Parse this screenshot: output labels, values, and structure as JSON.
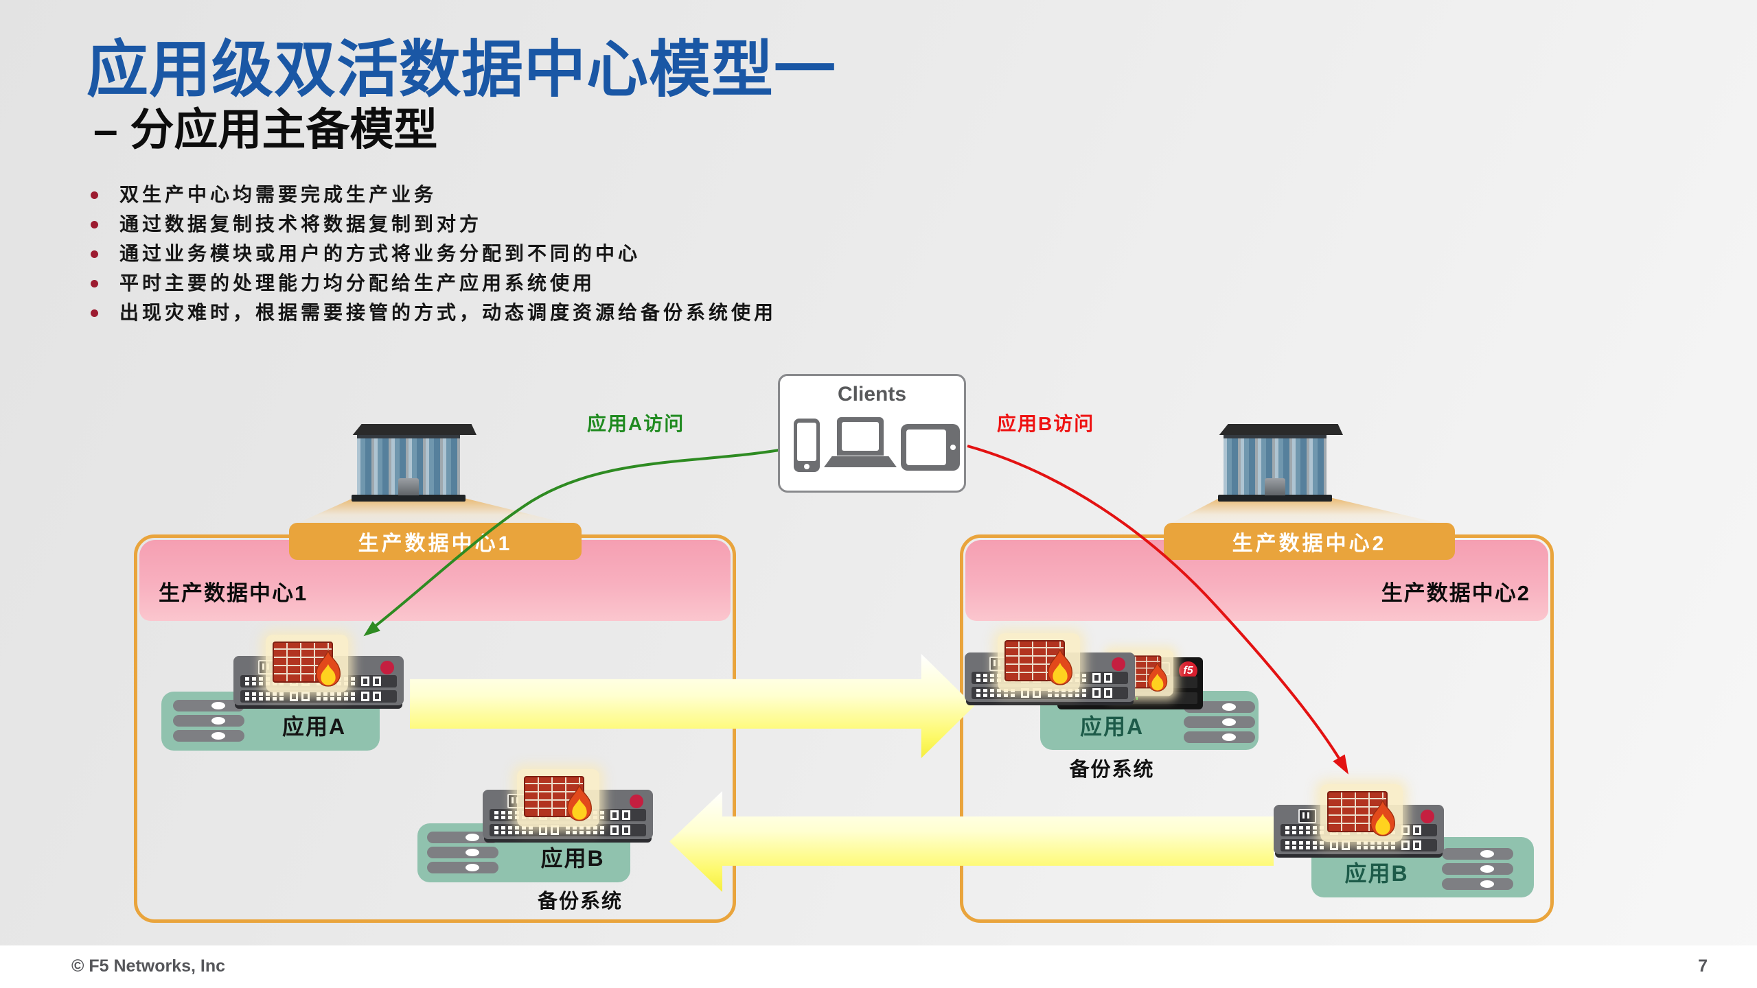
{
  "slide": {
    "title": "应用级双活数据中心模型一",
    "subtitle": "– 分应用主备模型",
    "bullets": [
      "双生产中心均需要完成生产业务",
      "通过数据复制技术将数据复制到对方",
      "通过业务模块或用户的方式将业务分配到不同的中心",
      "平时主要的处理能力均分配给生产应用系统使用",
      "出现灾难时，根据需要接管的方式，动态调度资源给备份系统使用"
    ],
    "footer": {
      "copyright": "© F5 Networks, Inc",
      "page_number": "7"
    }
  },
  "diagram": {
    "clients": {
      "title": "Clients"
    },
    "flows": {
      "app_a": {
        "label": "应用A访问",
        "color": "#1f8a1f"
      },
      "app_b": {
        "label": "应用B访问",
        "color": "#ee1111"
      }
    },
    "dc1": {
      "tab_label": "生产数据中心1",
      "banner_label": "生产数据中心1",
      "primary_app_label": "应用A",
      "backup_app_label": "应用B",
      "backup_system_label": "备份系统"
    },
    "dc2": {
      "tab_label": "生产数据中心2",
      "banner_label": "生产数据中心2",
      "backup_app_label": "应用A",
      "backup_system_label": "备份系统",
      "primary_app_label": "应用B"
    },
    "f5_device_logo": "f5",
    "colors": {
      "title_blue": "#1a57a5",
      "dc_border_orange": "#e9a43c",
      "banner_pink": "#f59fb2",
      "app_box_teal": "#90c2ae",
      "replication_arrow_yellow": "#fdf968",
      "flow_green": "#2e8b22",
      "flow_red": "#e31212",
      "led_crimson": "#c51f40"
    }
  }
}
